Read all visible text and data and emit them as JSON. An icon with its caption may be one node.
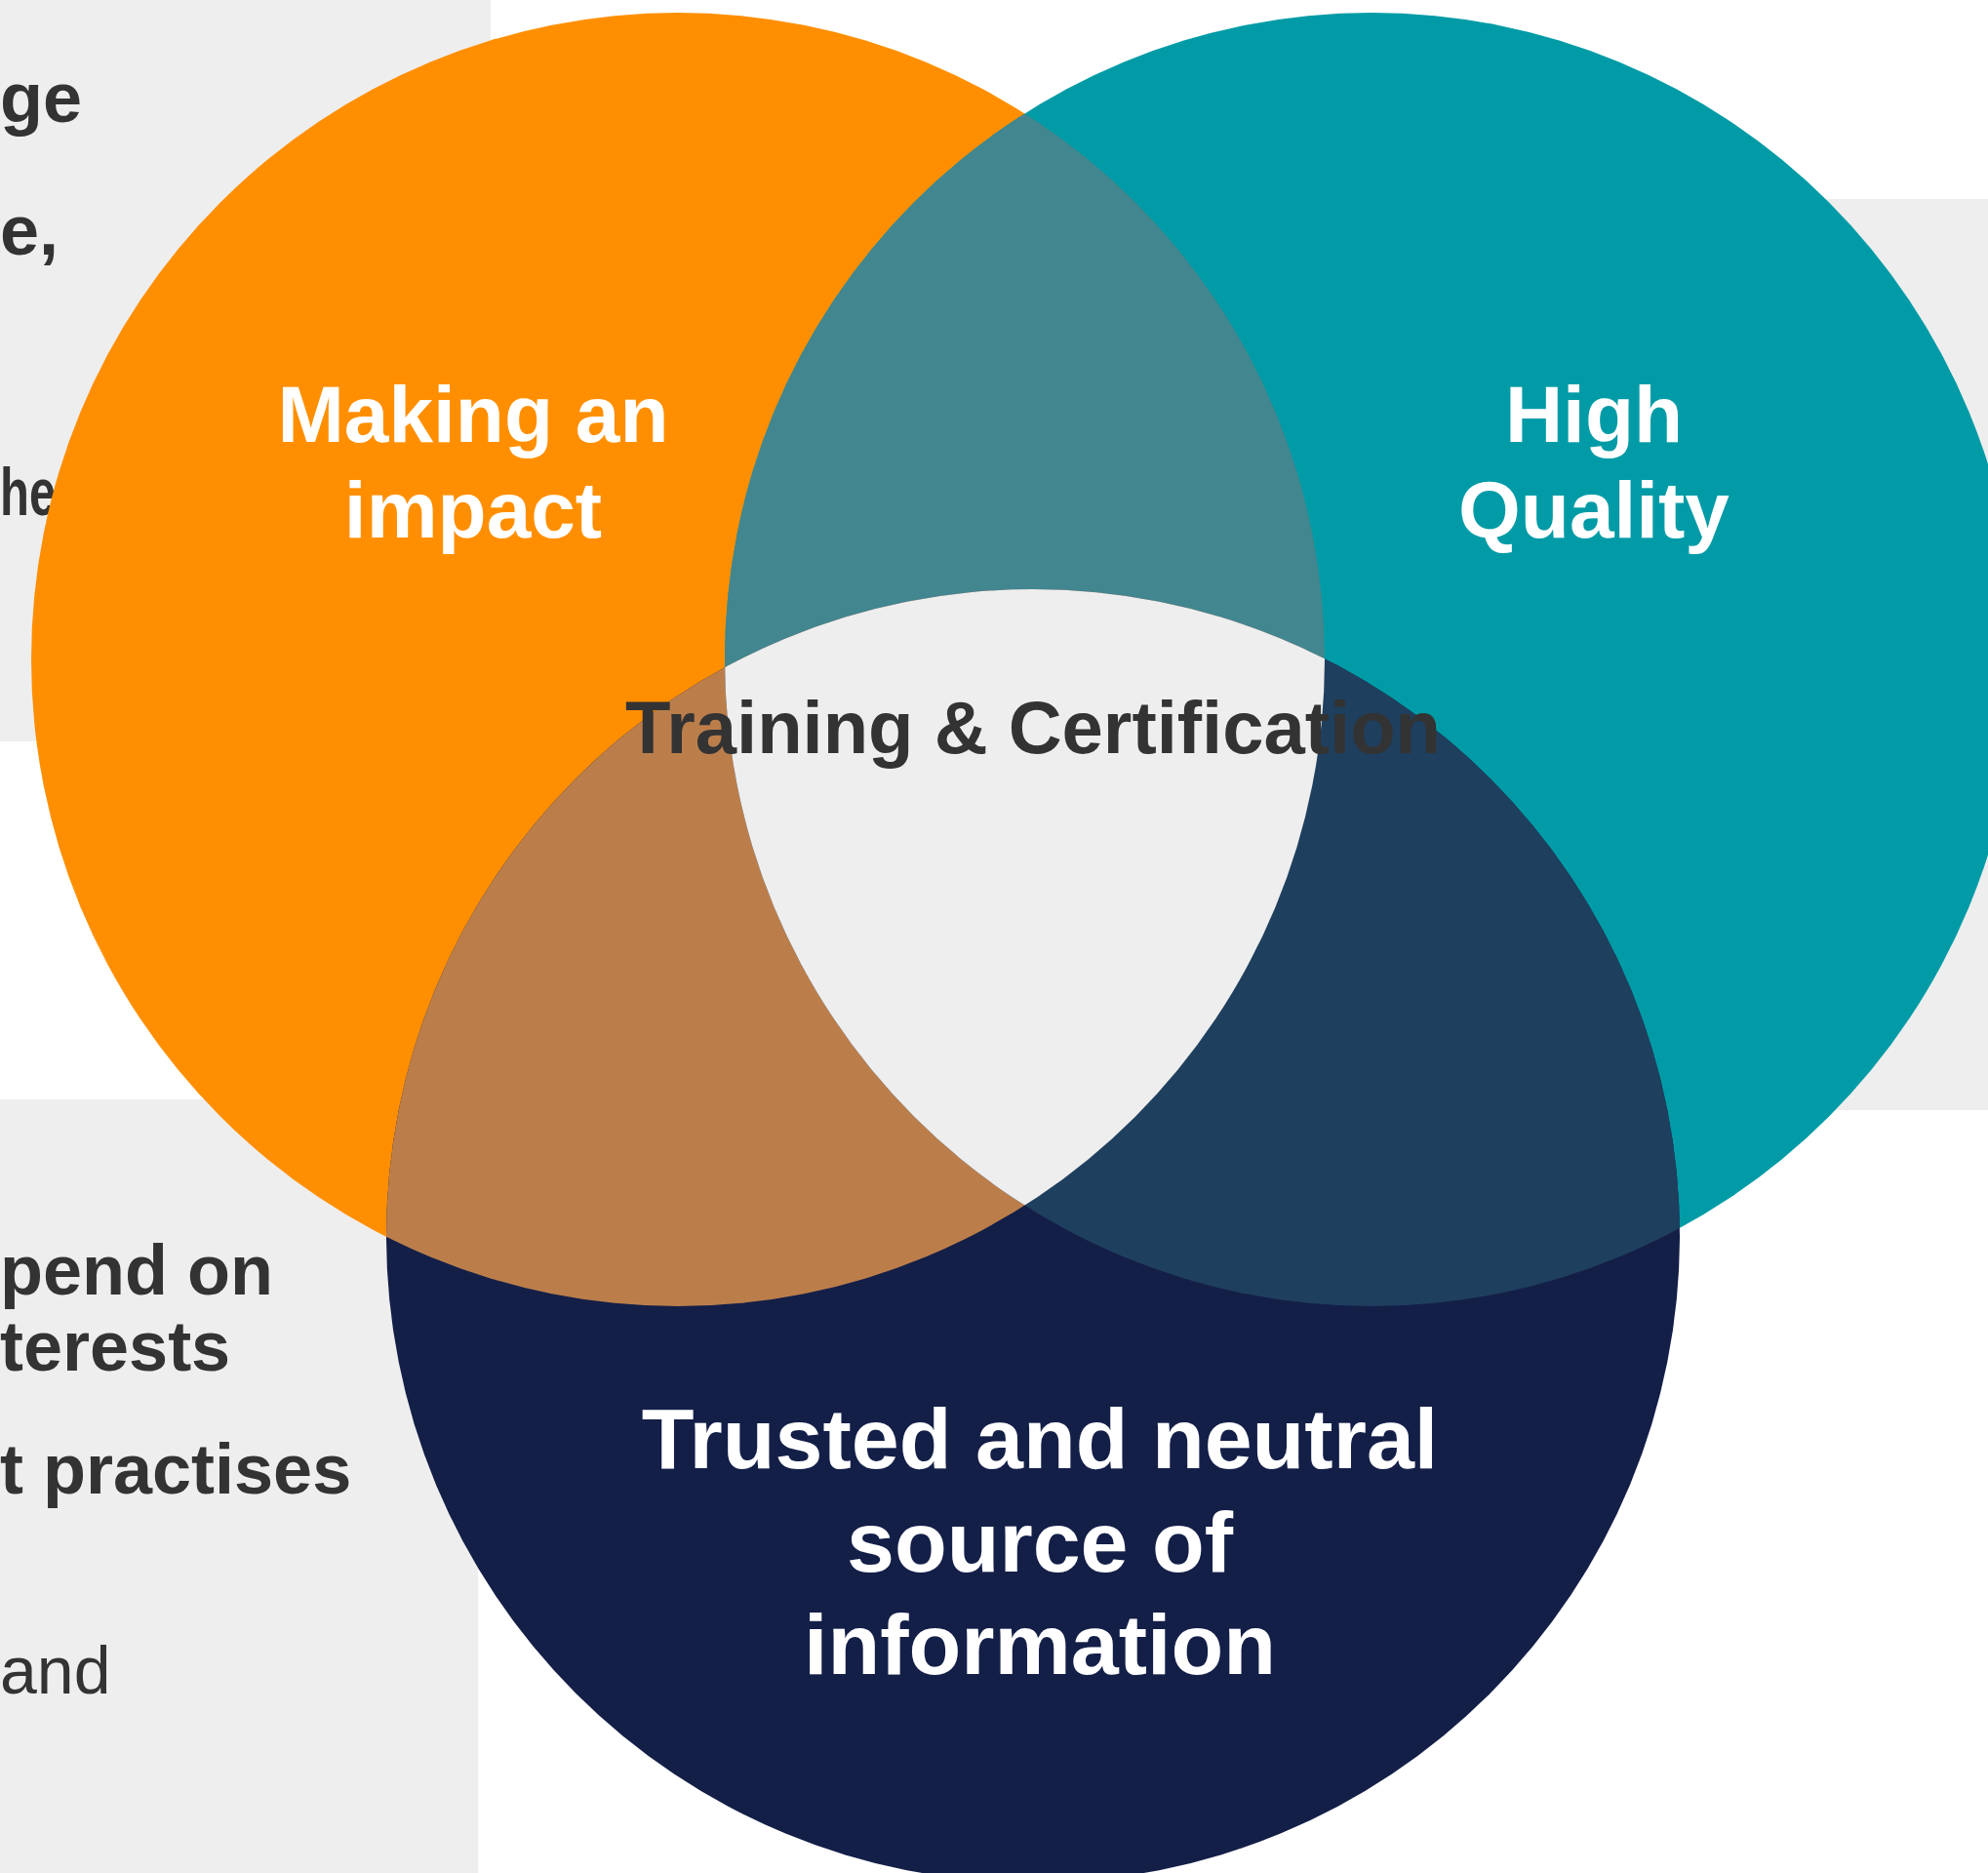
{
  "diagram": {
    "nodes": [
      {
        "text": [
          "Making an impact"
        ]
      },
      {
        "text": [
          "High Quality"
        ]
      },
      {
        "text": [
          "Trusted and neutral source of information"
        ]
      }
    ],
    "labels": [
      "ge",
      "e,",
      "he",
      "Training & Certification",
      "pend on",
      "terests",
      "t practises",
      "and"
    ]
  }
}
